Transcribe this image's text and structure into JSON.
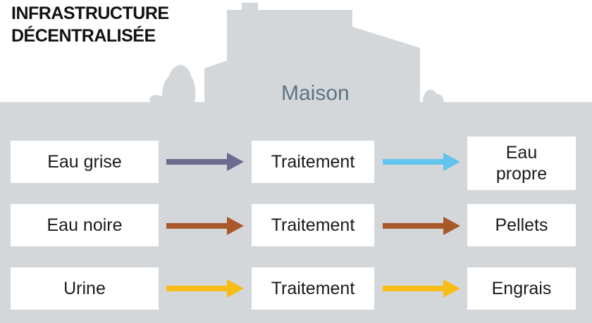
{
  "title": [
    "INFRASTRUCTURE",
    "DÉCENTRALISÉE"
  ],
  "house_label": "Maison",
  "colors": {
    "background": "#d4d7da",
    "grey_water_arrow": "#6f6a8f",
    "black_water_arrow": "#a9582a",
    "clean_arrow": "#62c3ec",
    "urine_arrow": "#f7bd16",
    "house_label": "#5e7380"
  },
  "rows": [
    {
      "source": "Eau grise",
      "process": "Traitement",
      "output": "Eau propre",
      "arrow_in_color": "#6f6a8f",
      "arrow_out_color": "#62c3ec"
    },
    {
      "source": "Eau noire",
      "process": "Traitement",
      "output": "Pellets",
      "arrow_in_color": "#a9582a",
      "arrow_out_color": "#a9582a"
    },
    {
      "source": "Urine",
      "process": "Traitement",
      "output": "Engrais",
      "arrow_in_color": "#f7bd16",
      "arrow_out_color": "#f7bd16"
    }
  ]
}
